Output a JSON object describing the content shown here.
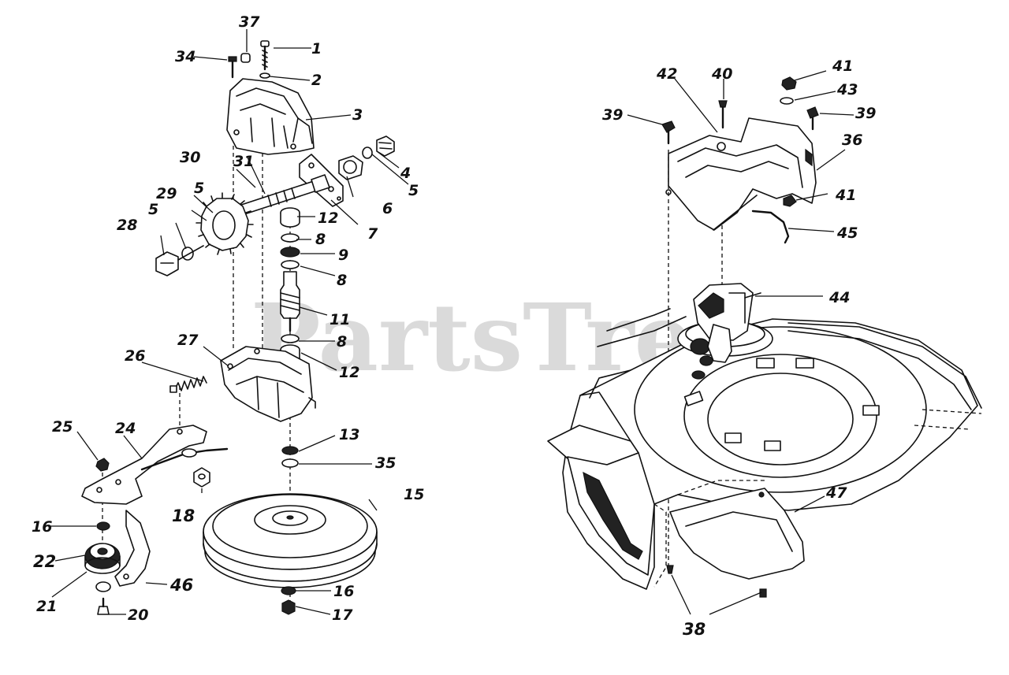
{
  "watermark": "PartsTre",
  "labels": {
    "left": [
      "37",
      "34",
      "1",
      "2",
      "3",
      "4",
      "5",
      "30",
      "31",
      "29",
      "5",
      "28",
      "5",
      "6",
      "7",
      "12",
      "8",
      "9",
      "8",
      "11",
      "8",
      "12",
      "27",
      "26",
      "13",
      "35",
      "25",
      "24",
      "18",
      "15",
      "16",
      "22",
      "21",
      "46",
      "20",
      "16",
      "17"
    ],
    "right": [
      "42",
      "40",
      "41",
      "43",
      "39",
      "39",
      "36",
      "41",
      "45",
      "44",
      "47",
      "38"
    ]
  }
}
